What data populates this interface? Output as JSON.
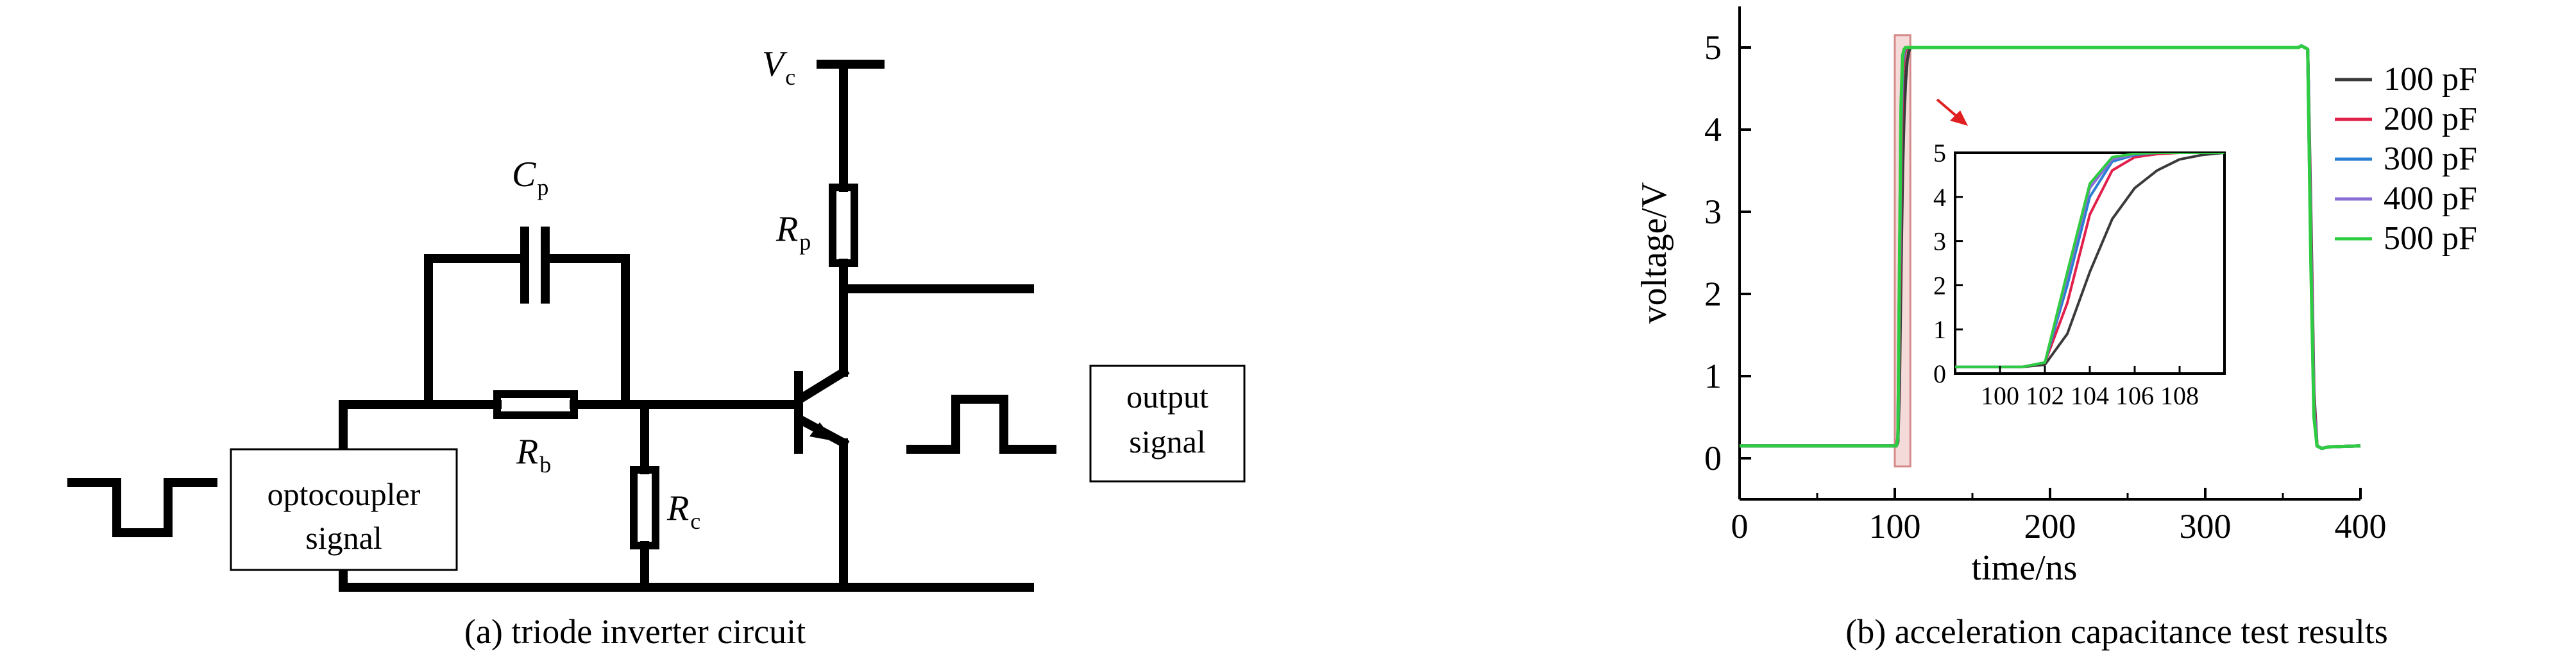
{
  "circuit": {
    "labels": {
      "vc_main": "V",
      "vc_sub": "c",
      "cp_main": "C",
      "cp_sub": "p",
      "rp_main": "R",
      "rp_sub": "p",
      "rb_main": "R",
      "rb_sub": "b",
      "rc_main": "R",
      "rc_sub": "c"
    },
    "optocoupler_box": {
      "line1": "optocoupler",
      "line2": "signal"
    },
    "output_box": {
      "line1": "output",
      "line2": "signal"
    },
    "caption": "(a) triode inverter circuit"
  },
  "chart_data": {
    "type": "line",
    "caption": "(b) acceleration capacitance test results",
    "xlabel": "time/ns",
    "ylabel": "voltage/V",
    "xlim": [
      0,
      400
    ],
    "ylim": [
      -0.5,
      5.5
    ],
    "xticks": [
      0,
      100,
      200,
      300,
      400
    ],
    "yticks": [
      0,
      1,
      2,
      3,
      4,
      5
    ],
    "legend_position": "right",
    "series": [
      {
        "name": "100 pF",
        "color": "#3a3a3a",
        "x": [
          0,
          100,
          101,
          102,
          103,
          104,
          105,
          106,
          107,
          108,
          109,
          110,
          350,
          360,
          362,
          364,
          366,
          368,
          370,
          372,
          375,
          380,
          400
        ],
        "y": [
          0.15,
          0.15,
          0.15,
          0.2,
          0.9,
          2.3,
          3.5,
          4.2,
          4.6,
          4.85,
          4.95,
          5.0,
          5.0,
          5.0,
          5.02,
          5.0,
          4.98,
          3.0,
          0.8,
          0.15,
          0.12,
          0.14,
          0.15
        ]
      },
      {
        "name": "200 pF",
        "color": "#e0204a",
        "x": [
          0,
          100,
          101,
          102,
          103,
          104,
          105,
          106,
          107,
          108,
          109,
          110,
          350,
          360,
          362,
          364,
          366,
          368,
          370,
          372,
          375,
          380,
          400
        ],
        "y": [
          0.15,
          0.15,
          0.15,
          0.25,
          1.6,
          3.6,
          4.6,
          4.9,
          4.97,
          5.0,
          5.0,
          5.0,
          5.0,
          5.0,
          5.02,
          5.0,
          4.98,
          2.8,
          0.7,
          0.15,
          0.12,
          0.14,
          0.15
        ]
      },
      {
        "name": "300 pF",
        "color": "#2a7fd4",
        "x": [
          0,
          100,
          101,
          102,
          103,
          104,
          105,
          106,
          107,
          108,
          109,
          110,
          350,
          360,
          362,
          364,
          366,
          368,
          370,
          372,
          375,
          380,
          400
        ],
        "y": [
          0.15,
          0.15,
          0.15,
          0.25,
          2.0,
          4.0,
          4.8,
          4.95,
          5.0,
          5.0,
          5.0,
          5.0,
          5.0,
          5.0,
          5.02,
          5.0,
          4.98,
          2.6,
          0.6,
          0.15,
          0.12,
          0.14,
          0.15
        ]
      },
      {
        "name": "400 pF",
        "color": "#8a6ed6",
        "x": [
          0,
          100,
          101,
          102,
          103,
          104,
          105,
          106,
          107,
          108,
          109,
          110,
          350,
          360,
          362,
          364,
          366,
          368,
          370,
          372,
          375,
          380,
          400
        ],
        "y": [
          0.15,
          0.15,
          0.15,
          0.25,
          2.2,
          4.2,
          4.85,
          4.97,
          5.0,
          5.0,
          5.0,
          5.0,
          5.0,
          5.0,
          5.02,
          5.0,
          4.98,
          2.5,
          0.55,
          0.15,
          0.12,
          0.14,
          0.15
        ]
      },
      {
        "name": "500 pF",
        "color": "#2ecc40",
        "x": [
          0,
          100,
          101,
          102,
          103,
          104,
          105,
          106,
          107,
          108,
          109,
          110,
          350,
          360,
          362,
          364,
          366,
          368,
          370,
          372,
          375,
          380,
          400
        ],
        "y": [
          0.15,
          0.15,
          0.15,
          0.25,
          2.3,
          4.3,
          4.9,
          4.98,
          5.0,
          5.0,
          5.0,
          5.0,
          5.0,
          5.0,
          5.02,
          5.0,
          4.98,
          2.4,
          0.5,
          0.15,
          0.12,
          0.14,
          0.15
        ]
      }
    ],
    "highlight_region": {
      "x": [
        100,
        110
      ],
      "y": [
        -0.1,
        5.15
      ]
    },
    "inset": {
      "xlim": [
        98,
        110
      ],
      "ylim": [
        0,
        5
      ],
      "xticks": [
        100,
        102,
        104,
        106,
        108
      ],
      "yticks": [
        0,
        1,
        2,
        3,
        4,
        5
      ]
    }
  }
}
